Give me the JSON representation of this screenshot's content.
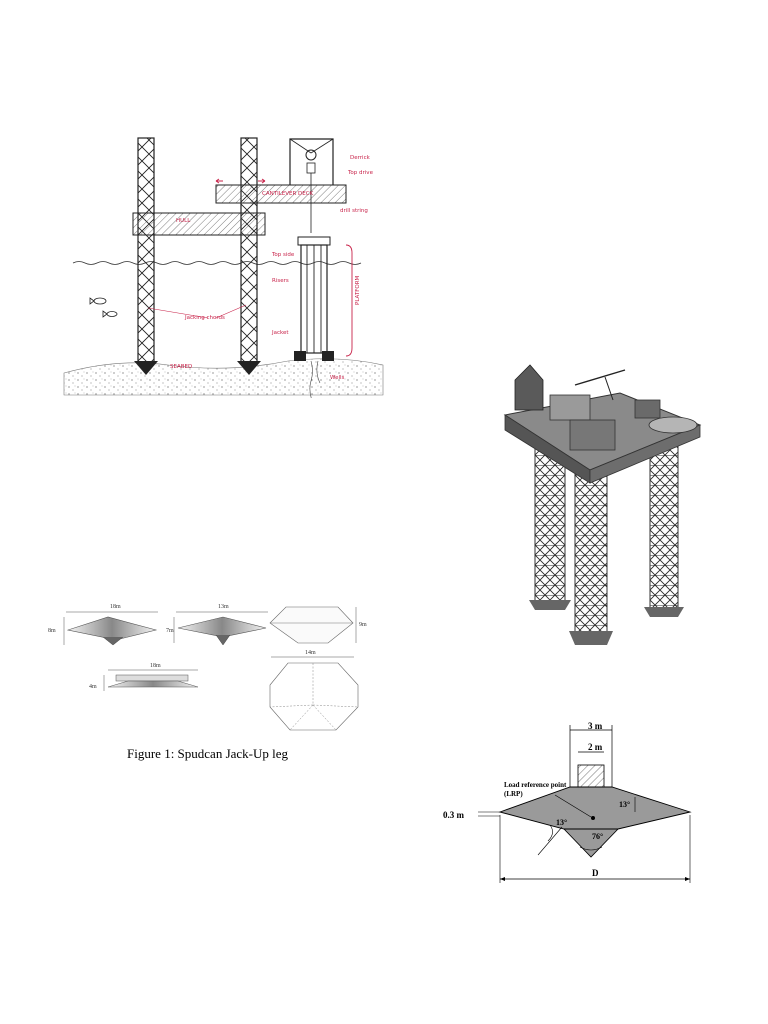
{
  "caption": "Figure 1:  Spudcan Jack-Up leg",
  "sketch_labels": {
    "derrick": "Derrick",
    "top_drive": "Top drive",
    "cantilever_deck": "CANTILEVER DECK",
    "drill_string": "drill string",
    "hull": "HULL",
    "top_side": "Top side",
    "risers": "Risers",
    "platform": "PLATFORM",
    "jacking_chords": "Jacking chords",
    "jacket": "Jacket",
    "seabed": "SEABED",
    "wells": "Wells"
  },
  "spudcan_shapes": {
    "a_width": "18m",
    "a_height": "8m",
    "b_width": "13m",
    "b_height": "7m",
    "c_height": "9m",
    "c_width": "14m",
    "d_width": "18m",
    "d_height": "4m"
  },
  "spudcan_section": {
    "top_width": "3 m",
    "inner_width": "2 m",
    "lrp_label_line1": "Load reference point",
    "lrp_label_line2": "(LRP)",
    "thickness": "0.3 m",
    "angle_top": "13°",
    "angle_bottom": "13°",
    "cone_angle": "76°",
    "diameter": "D"
  }
}
